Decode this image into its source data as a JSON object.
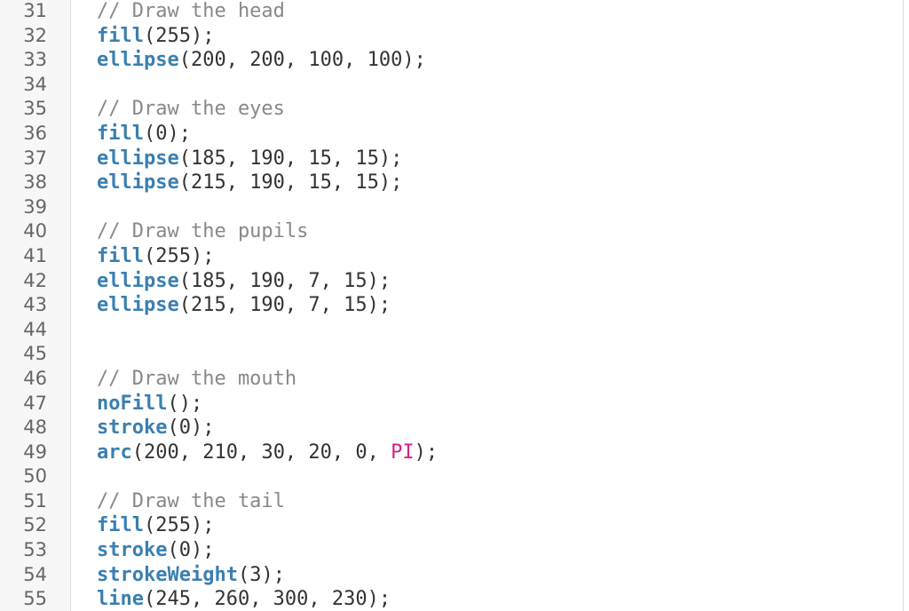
{
  "editor": {
    "lines": [
      {
        "n": "31",
        "tokens": [
          {
            "t": "// Draw the head",
            "c": "comment"
          }
        ]
      },
      {
        "n": "32",
        "tokens": [
          {
            "t": "fill",
            "c": "fn"
          },
          {
            "t": "(255);",
            "c": "plain"
          }
        ]
      },
      {
        "n": "33",
        "tokens": [
          {
            "t": "ellipse",
            "c": "fn"
          },
          {
            "t": "(200, 200, 100, 100);",
            "c": "plain"
          }
        ]
      },
      {
        "n": "34",
        "tokens": []
      },
      {
        "n": "35",
        "tokens": [
          {
            "t": "// Draw the eyes",
            "c": "comment"
          }
        ]
      },
      {
        "n": "36",
        "tokens": [
          {
            "t": "fill",
            "c": "fn"
          },
          {
            "t": "(0);",
            "c": "plain"
          }
        ]
      },
      {
        "n": "37",
        "tokens": [
          {
            "t": "ellipse",
            "c": "fn"
          },
          {
            "t": "(185, 190, 15, 15);",
            "c": "plain"
          }
        ]
      },
      {
        "n": "38",
        "tokens": [
          {
            "t": "ellipse",
            "c": "fn"
          },
          {
            "t": "(215, 190, 15, 15);",
            "c": "plain"
          }
        ]
      },
      {
        "n": "39",
        "tokens": []
      },
      {
        "n": "40",
        "tokens": [
          {
            "t": "// Draw the pupils",
            "c": "comment"
          }
        ]
      },
      {
        "n": "41",
        "tokens": [
          {
            "t": "fill",
            "c": "fn"
          },
          {
            "t": "(255);",
            "c": "plain"
          }
        ]
      },
      {
        "n": "42",
        "tokens": [
          {
            "t": "ellipse",
            "c": "fn"
          },
          {
            "t": "(185, 190, 7, 15);",
            "c": "plain"
          }
        ]
      },
      {
        "n": "43",
        "tokens": [
          {
            "t": "ellipse",
            "c": "fn"
          },
          {
            "t": "(215, 190, 7, 15);",
            "c": "plain"
          }
        ]
      },
      {
        "n": "44",
        "tokens": []
      },
      {
        "n": "45",
        "tokens": []
      },
      {
        "n": "46",
        "tokens": [
          {
            "t": "// Draw the mouth",
            "c": "comment"
          }
        ]
      },
      {
        "n": "47",
        "tokens": [
          {
            "t": "noFill",
            "c": "fn"
          },
          {
            "t": "();",
            "c": "plain"
          }
        ]
      },
      {
        "n": "48",
        "tokens": [
          {
            "t": "stroke",
            "c": "fn"
          },
          {
            "t": "(0);",
            "c": "plain"
          }
        ]
      },
      {
        "n": "49",
        "tokens": [
          {
            "t": "arc",
            "c": "fn"
          },
          {
            "t": "(200, 210, 30, 20, 0, ",
            "c": "plain"
          },
          {
            "t": "PI",
            "c": "const"
          },
          {
            "t": ");",
            "c": "plain"
          }
        ]
      },
      {
        "n": "50",
        "tokens": []
      },
      {
        "n": "51",
        "tokens": [
          {
            "t": "// Draw the tail",
            "c": "comment"
          }
        ]
      },
      {
        "n": "52",
        "tokens": [
          {
            "t": "fill",
            "c": "fn"
          },
          {
            "t": "(255);",
            "c": "plain"
          }
        ]
      },
      {
        "n": "53",
        "tokens": [
          {
            "t": "stroke",
            "c": "fn"
          },
          {
            "t": "(0);",
            "c": "plain"
          }
        ]
      },
      {
        "n": "54",
        "tokens": [
          {
            "t": "strokeWeight",
            "c": "fn"
          },
          {
            "t": "(3);",
            "c": "plain"
          }
        ]
      },
      {
        "n": "55",
        "tokens": [
          {
            "t": "line",
            "c": "fn"
          },
          {
            "t": "(245, 260, 300, 230);",
            "c": "plain"
          }
        ]
      }
    ]
  },
  "colors": {
    "comment": "#888888",
    "function": "#3a7fb0",
    "constant": "#d4208a",
    "text": "#333333",
    "gutter_bg": "#f7f7f7"
  }
}
